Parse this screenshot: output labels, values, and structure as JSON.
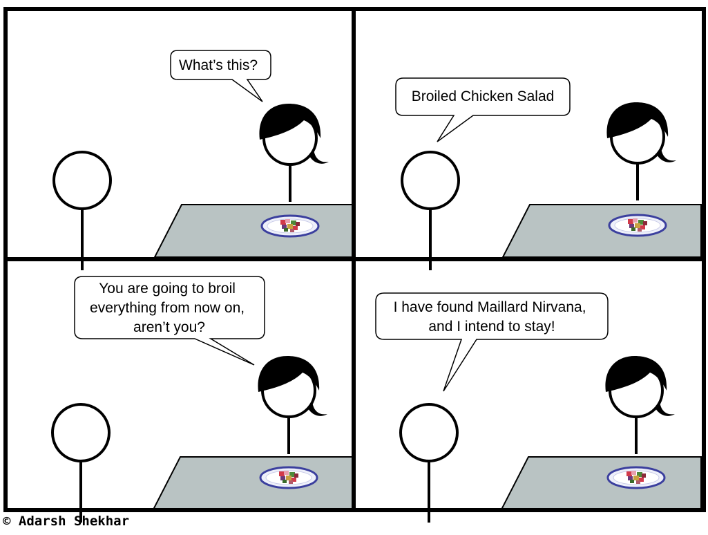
{
  "panels": [
    {
      "speech_lines": [
        "What’s this?"
      ]
    },
    {
      "speech_lines": [
        "Broiled Chicken Salad"
      ]
    },
    {
      "speech_lines": [
        "You are going to broil",
        "everything from now on,",
        "aren’t you?"
      ]
    },
    {
      "speech_lines": [
        "I have found Maillard Nirvana,",
        "and I intend to stay!"
      ]
    }
  ],
  "credit": "© Adarsh Shekhar",
  "colors": {
    "frame": "#000000",
    "table": "#b9c3c3",
    "plate_rim": "#3b3f9e",
    "bubble_fill": "#ffffff"
  }
}
